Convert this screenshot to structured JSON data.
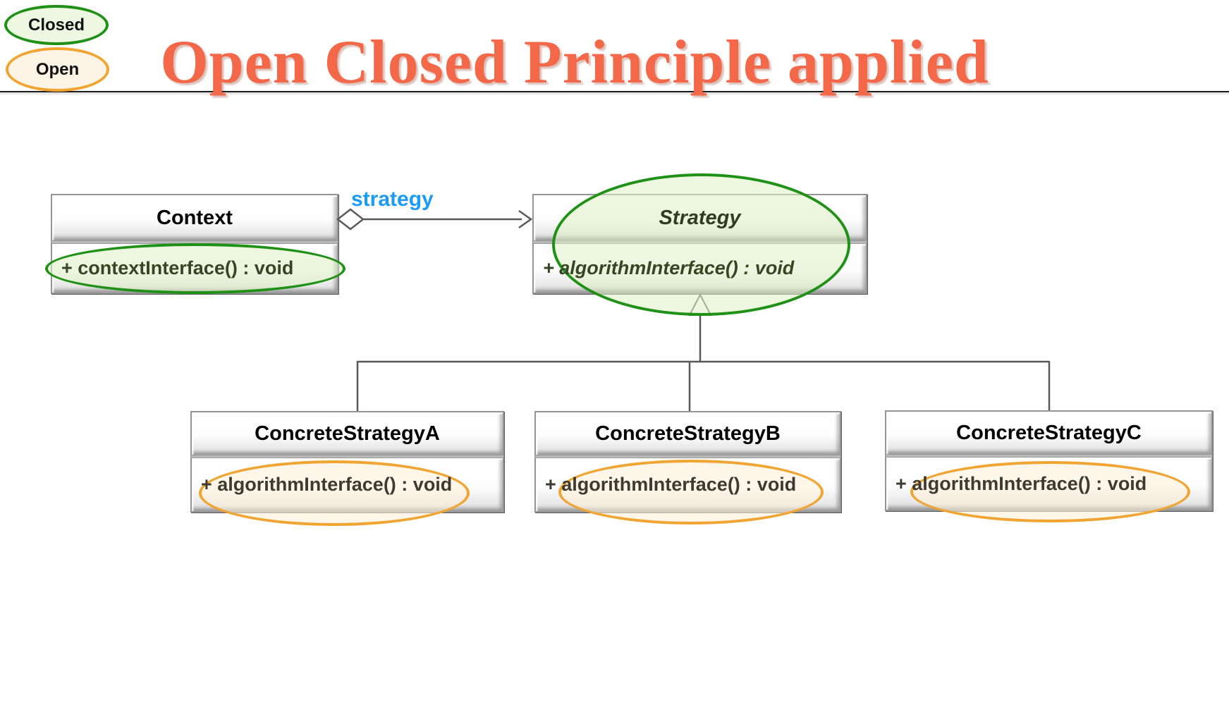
{
  "legend": {
    "closed": {
      "label": "Closed",
      "stroke_color": "#1f9117",
      "fill_color": "#edf7e2"
    },
    "open": {
      "label": "Open",
      "stroke_color": "#f0a432",
      "fill_color": "#fdf4e6"
    }
  },
  "header": {
    "title": "Open Closed Principle applied",
    "title_color": "#f4684a"
  },
  "diagram": {
    "context": {
      "name": "Context",
      "method": "+ contextInterface() : void",
      "highlight": "closed"
    },
    "strategy": {
      "name": "Strategy",
      "method": "+ algorithmInterface() : void",
      "abstract": true,
      "highlight": "closed"
    },
    "association": {
      "label": "strategy",
      "label_color": "#1b9bf8",
      "type": "aggregation"
    },
    "generalization": {
      "type": "inheritance",
      "parent": "Strategy"
    },
    "concrete": [
      {
        "name": "ConcreteStrategyA",
        "method": "+ algorithmInterface() : void",
        "highlight": "open"
      },
      {
        "name": "ConcreteStrategyB",
        "method": "+ algorithmInterface() : void",
        "highlight": "open"
      },
      {
        "name": "ConcreteStrategyC",
        "method": "+ algorithmInterface() : void",
        "highlight": "open"
      }
    ],
    "line_color": "#595959"
  }
}
